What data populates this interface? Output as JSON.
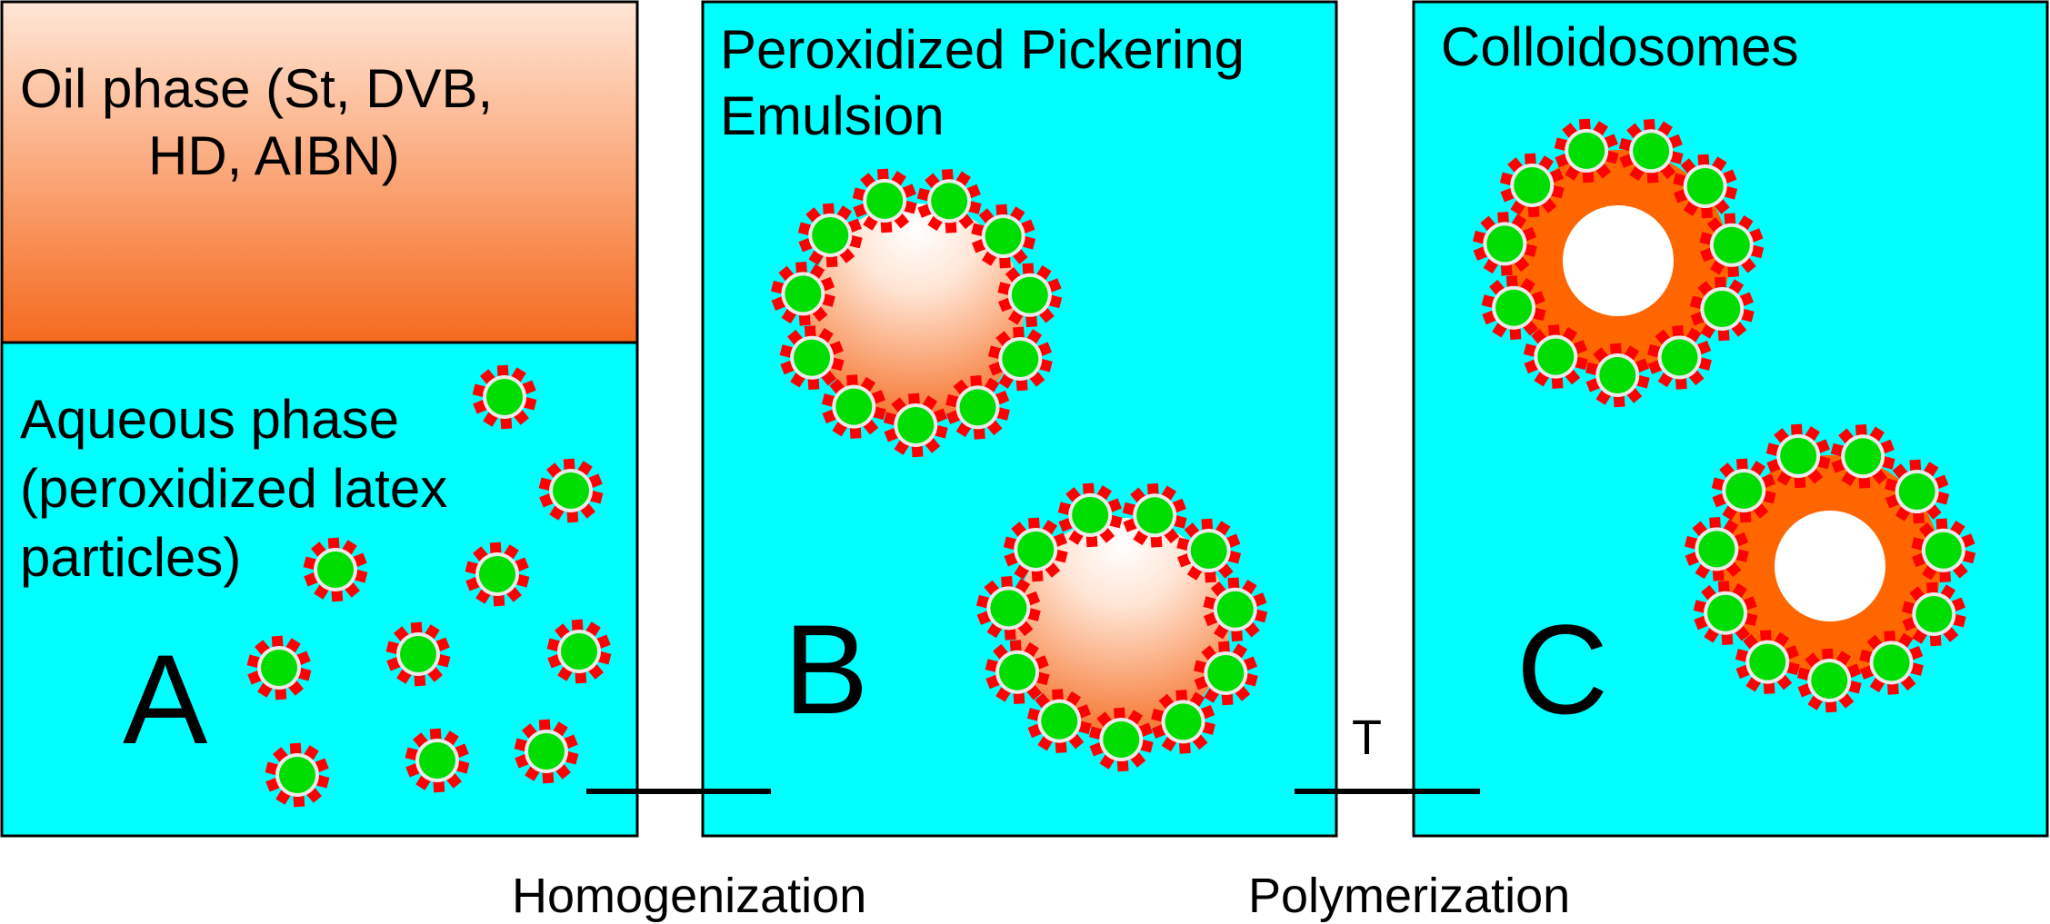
{
  "colors": {
    "aqueous": "#00FFFF",
    "particle_core": "#00DD00",
    "particle_shell": "#EBEBEB",
    "particle_spikes": "#FF0000",
    "oil_light": "#FFE6D6",
    "oil_dark": "#F56A1E",
    "shell_polymer": "#FF6600",
    "hollow": "#FFFFFF",
    "outline": "#000000"
  },
  "panel_a": {
    "oil_label_line1": "Oil phase (St, DVB,",
    "oil_label_line2": "HD, AIBN)",
    "aqueous_label_line1": "Aqueous phase",
    "aqueous_label_line2": "(peroxidized latex",
    "aqueous_label_line3": "particles)",
    "letter": "A"
  },
  "panel_b": {
    "title_line1": "Peroxidized Pickering",
    "title_line2": "Emulsion",
    "letter": "B"
  },
  "panel_c": {
    "title": "Colloidosomes",
    "letter": "C"
  },
  "transitions": {
    "first": "Homogenization",
    "second_symbol": "T",
    "second": "Polymerization"
  }
}
